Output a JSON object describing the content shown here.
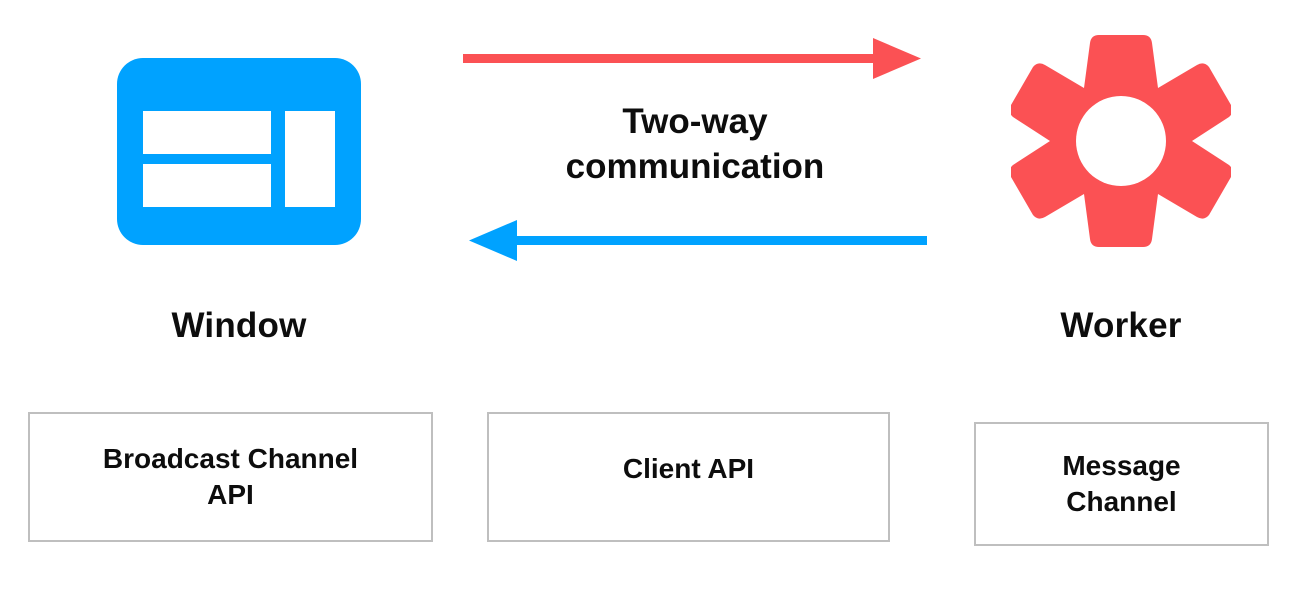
{
  "diagram": {
    "title_caption": {
      "line1": "Two-way",
      "line2": "communication"
    },
    "nodes": [
      {
        "id": "window",
        "label": "Window",
        "icon": "browser-window-icon",
        "color": "#00A2FF"
      },
      {
        "id": "worker",
        "label": "Worker",
        "icon": "gear-icon",
        "color": "#FB5154"
      }
    ],
    "arrows": [
      {
        "id": "window-to-worker",
        "direction": "right",
        "color": "#FB5154"
      },
      {
        "id": "worker-to-window",
        "direction": "left",
        "color": "#00A2FF"
      }
    ],
    "api_boxes": [
      {
        "id": "broadcast-channel-api",
        "label": "Broadcast Channel\nAPI"
      },
      {
        "id": "client-api",
        "label": "Client API"
      },
      {
        "id": "message-channel",
        "label": "Message\nChannel"
      }
    ],
    "colors": {
      "blue": "#00A2FF",
      "red": "#FB5154",
      "box_border": "#bfbfbf",
      "text": "#0d0d0d",
      "background": "#ffffff"
    }
  }
}
